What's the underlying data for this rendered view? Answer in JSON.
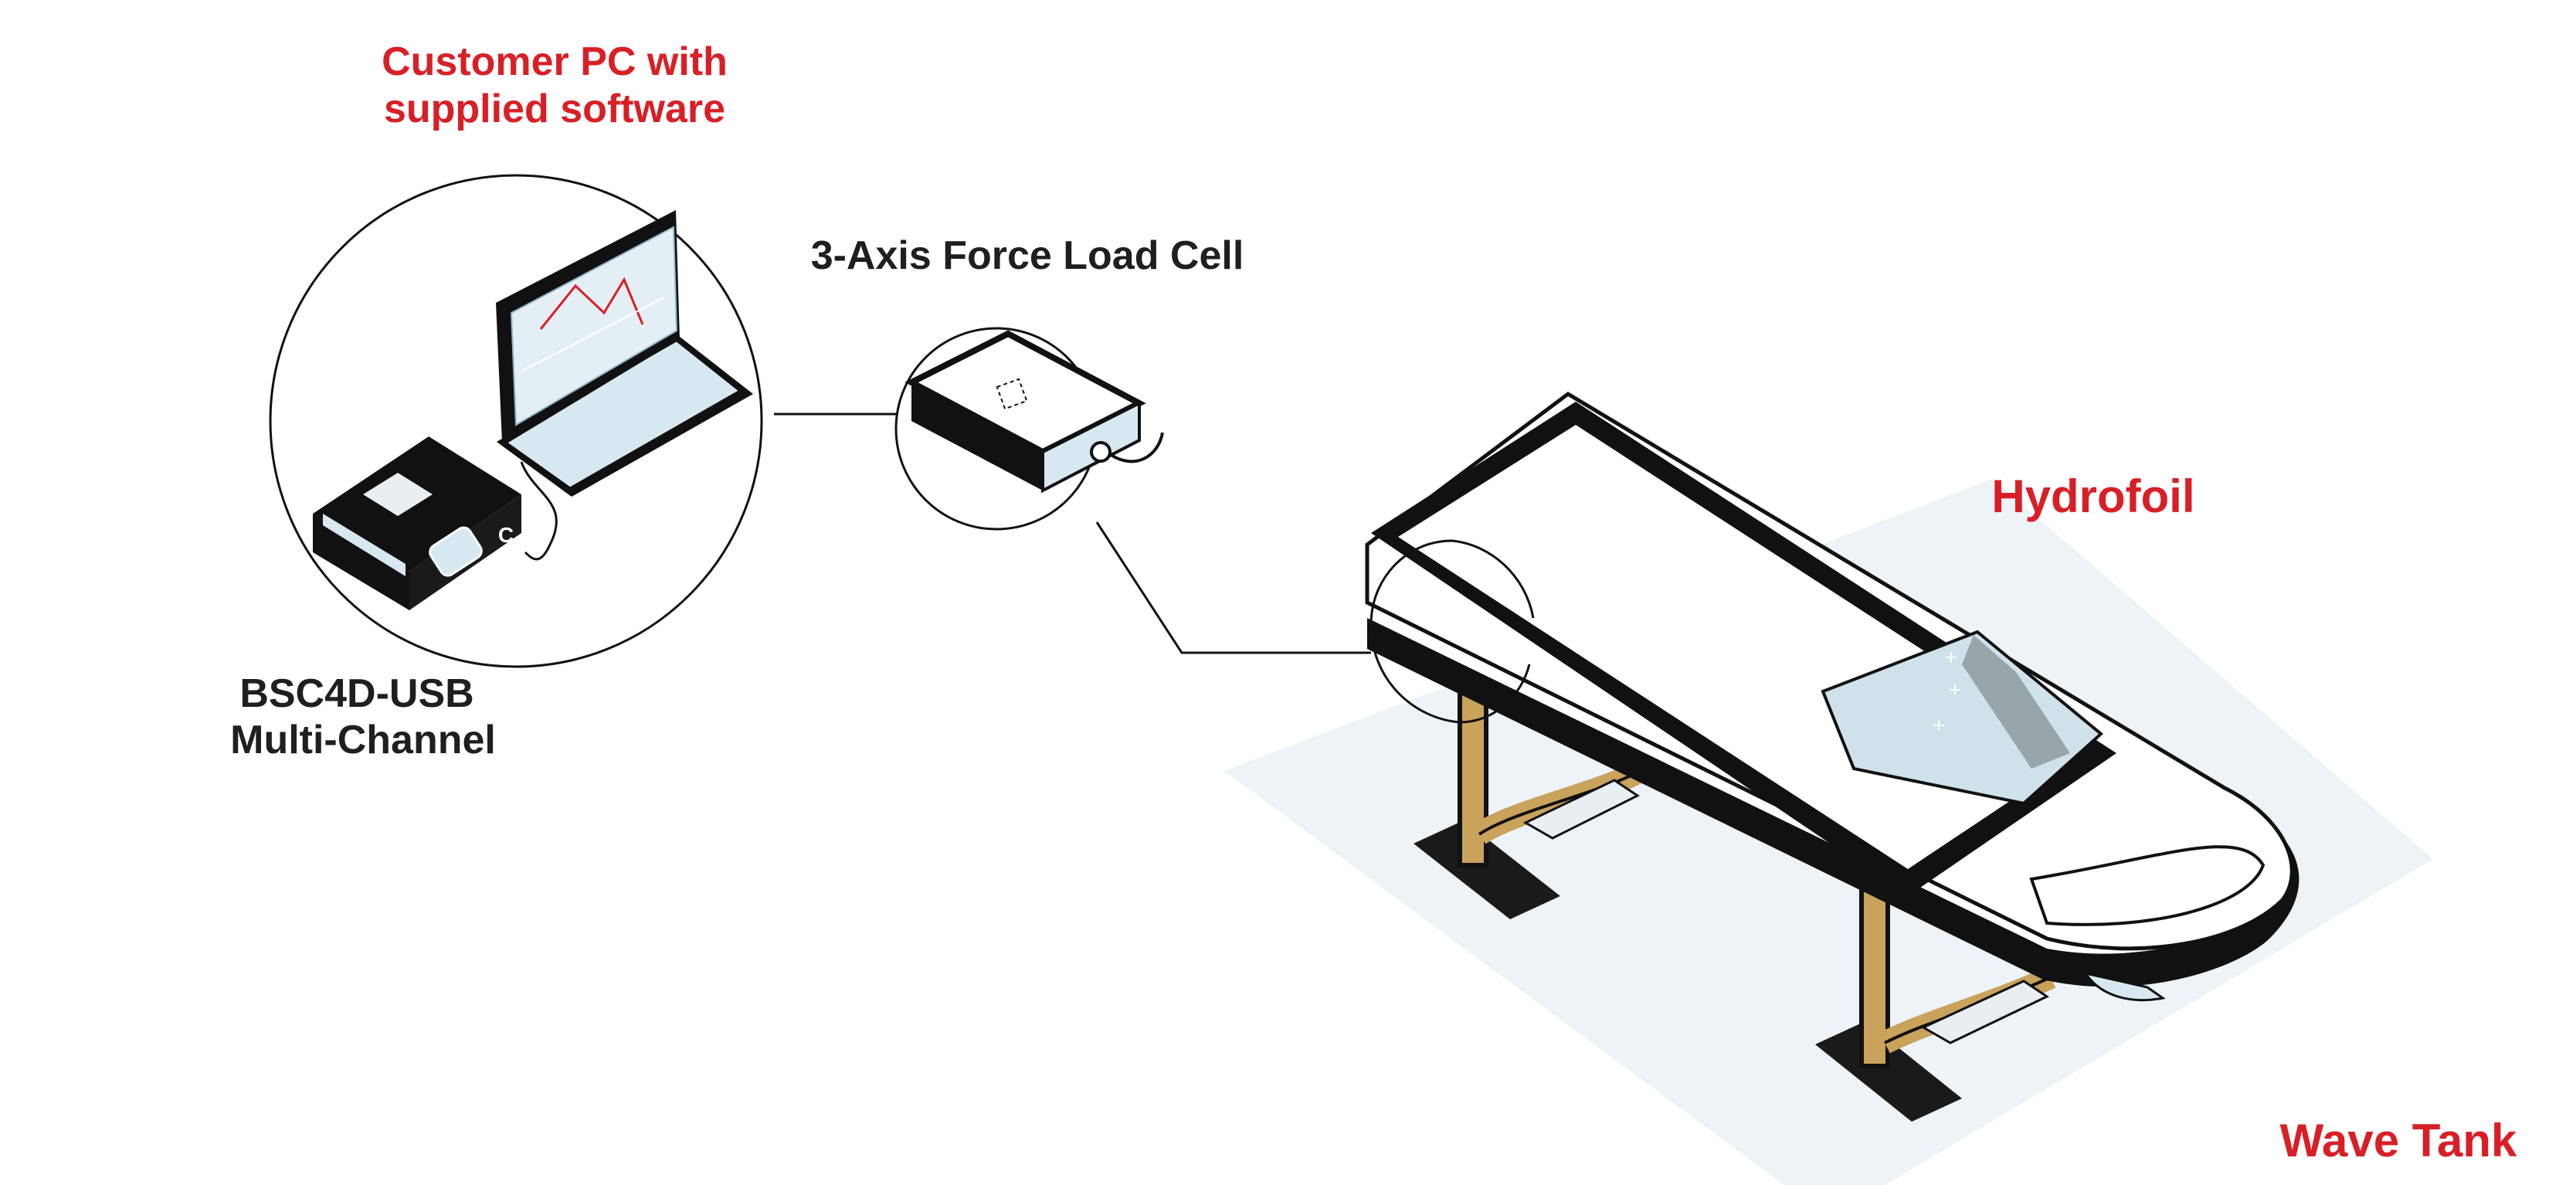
{
  "labels": {
    "customer_pc_line1": "Customer PC with",
    "customer_pc_line2": "supplied software",
    "load_cell": "3-Axis Force Load Cell",
    "bsc4d_line1": "BSC4D-USB",
    "bsc4d_line2": "Multi-Channel",
    "hydrofoil": "Hydrofoil",
    "wave_tank": "Wave Tank"
  },
  "device_badge": "C",
  "colors": {
    "accent_red": "#d91f26",
    "label_dark": "#1f1f1f",
    "tank_water": "#edf3f7",
    "screen_blue": "#d7e8f1",
    "strut_tan": "#c9a25c",
    "outline": "#111111"
  }
}
